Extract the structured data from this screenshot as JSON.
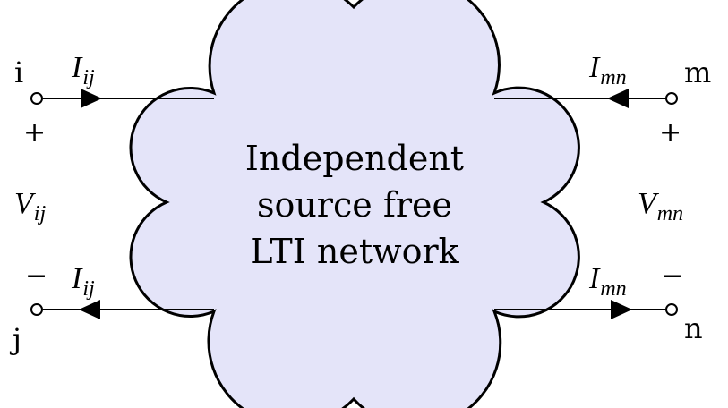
{
  "network": {
    "line1": "Independent",
    "line2": "source free",
    "line3": "LTI network",
    "fill": "#e4e4f9"
  },
  "ports": {
    "left": {
      "top_node": "i",
      "bottom_node": "j",
      "plus": "+",
      "minus": "−",
      "voltage": {
        "symbol": "V",
        "sub": "ij"
      },
      "current_top": {
        "symbol": "I",
        "sub": "ij"
      },
      "current_bottom": {
        "symbol": "I",
        "sub": "ij"
      }
    },
    "right": {
      "top_node": "m",
      "bottom_node": "n",
      "plus": "+",
      "minus": "−",
      "voltage": {
        "symbol": "V",
        "sub": "mn"
      },
      "current_top": {
        "symbol": "I",
        "sub": "mn"
      },
      "current_bottom": {
        "symbol": "I",
        "sub": "mn"
      }
    }
  }
}
